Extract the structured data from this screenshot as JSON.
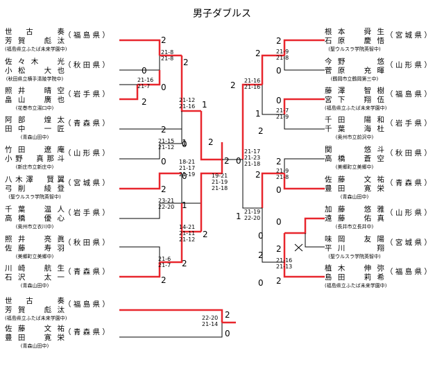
{
  "title": "男子ダブルス",
  "left_entries": [
    {
      "p1": "世　古　　奏",
      "p2": "芳賀　彪汰",
      "school": "(福島県立ふたば未来学園中)",
      "pref": "（ 福 島 県 ）"
    },
    {
      "p1": "佐々木　光",
      "p2": "小松　大也",
      "school": "(秋田県立横手清陵学院中)",
      "pref": "（ 秋 田 県 ）"
    },
    {
      "p1": "照井　晴空",
      "p2": "畠山　廣也",
      "school": "(花巻市立湯口中)",
      "pref": "（ 岩 手 県 ）"
    },
    {
      "p1": "阿部　煌太",
      "p2": "田中　一匠",
      "school": "(青森山田中)",
      "pref": "（ 青 森 県 ）"
    },
    {
      "p1": "竹田　遼庵",
      "p2": "小野　真那斗",
      "school": "(新庄市立新庄中)",
      "pref": "（ 山 形 県 ）"
    },
    {
      "p1": "八木澤　賢翼",
      "p2": "弓削　綾登",
      "school": "(聖ウルスラ学院英智中)",
      "pref": "（ 宮 城 県 ）"
    },
    {
      "p1": "千葉　温人",
      "p2": "高橋　優心",
      "school": "(奥州市立衣川中)",
      "pref": "（ 岩 手 県 ）"
    },
    {
      "p1": "照井　亮眞",
      "p2": "佐藤　寿羽",
      "school": "(美郷町立美郷中)",
      "pref": "（ 秋 田 県 ）"
    },
    {
      "p1": "川崎　航生",
      "p2": "石沢　太一",
      "school": "(青森山田中)",
      "pref": "（ 青 森 県 ）"
    }
  ],
  "right_entries": [
    {
      "p1": "根本　舜生",
      "p2": "石原　慶悟",
      "school": "(聖ウルスラ学院英智中)",
      "pref": "（ 宮 城 県 ）"
    },
    {
      "p1": "今野　　悠",
      "p2": "菅原　充暉",
      "school": "(鶴岡市立鶴岡第三中)",
      "pref": "（ 山 形 県 ）"
    },
    {
      "p1": "藤澤　智樹",
      "p2": "宮下　翔伍",
      "school": "(福島県立ふたば未来学園中)",
      "pref": "（ 福 島 県 ）"
    },
    {
      "p1": "千田　陽和",
      "p2": "千葉　海杜",
      "school": "(奥州市立前沢中)",
      "pref": "（ 岩 手 県 ）"
    },
    {
      "p1": "関　　悠斗",
      "p2": "高橋　蒼空",
      "school": "(美郷町立美郷中)",
      "pref": "（ 秋 田 県 ）"
    },
    {
      "p1": "佐藤　文祐",
      "p2": "豊田　寛栄",
      "school": "(青森山田中)",
      "pref": "（ 青 森 県 ）"
    },
    {
      "p1": "加藤　悠雅",
      "p2": "遠藤　佑真",
      "school": "(長井市立長井中)",
      "pref": "（ 山 形 県 ）"
    },
    {
      "p1": "味岡　友陽",
      "p2": "平川　　翔",
      "school": "(聖ウルスラ学院英智中)",
      "pref": "（ 宮 城 県 ）"
    },
    {
      "p1": "植木　伸弥",
      "p2": "島田　莉希",
      "school": "(福島県立ふたば未来学園中)",
      "pref": "（ 福 島 県 ）"
    }
  ],
  "third_place_entries": [
    {
      "p1": "世　古　　奏",
      "p2": "芳賀　彪汰",
      "school": "(福島県立ふたば未来学園中)",
      "pref": "（ 福 島 県 ）"
    },
    {
      "p1": "佐藤　文祐",
      "p2": "豊田　寛栄",
      "school": "(青森山田中)",
      "pref": "（ 青 森 県 ）"
    }
  ],
  "match_scores": [
    [
      "21-8",
      "21-8"
    ],
    [
      "21-16",
      "21-7"
    ],
    [
      "21-12",
      "21-16"
    ],
    [
      "21-15",
      "21-12"
    ],
    [
      "23-21",
      "22-20"
    ],
    [
      "14-21",
      "21-11",
      "21-12"
    ],
    [
      "21-6",
      "21-7"
    ],
    [
      "18-21",
      "21-17",
      "21-19"
    ],
    [
      "19-21",
      "21-19",
      "21-18"
    ],
    [
      "21-9",
      "21-8"
    ],
    [
      "21-7",
      "21-9"
    ],
    [
      "21-16",
      "21-16"
    ],
    [
      "21-9",
      "21-8"
    ],
    [
      "21-16",
      "21-13"
    ],
    [
      "21-19",
      "22-20"
    ],
    [
      "21-17",
      "21-23",
      "21-18"
    ],
    [
      "22-20",
      "21-14"
    ]
  ],
  "game_counts": [
    "2",
    "0",
    "0",
    "2",
    "2",
    "1",
    "2",
    "0",
    "2",
    "0",
    "2",
    "1",
    "2",
    "0",
    "2",
    "2",
    "2",
    "0",
    "2",
    "1",
    "2",
    "0",
    "0",
    "2",
    "2",
    "1",
    "2",
    "0",
    "2",
    "0",
    "2",
    "0",
    "2",
    "2",
    "1",
    "0",
    "2",
    "0"
  ],
  "colors": {
    "win_line": "#e8262d",
    "lose_line": "#000000"
  }
}
